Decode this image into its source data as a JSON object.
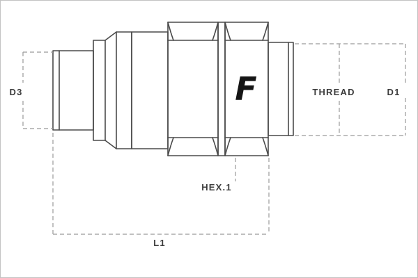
{
  "diagram": {
    "title_hint": "quick-coupling male plug dimensional drawing",
    "labels": {
      "d3": "D3",
      "d1": "D1",
      "thread": "THREAD",
      "hex1": "HEX.1",
      "l1": "L1"
    },
    "logo": "F",
    "colors": {
      "outline": "#4a4a4a",
      "dimension": "#9a9a9a",
      "label": "#3c3c3c",
      "logo": "#151515"
    }
  }
}
